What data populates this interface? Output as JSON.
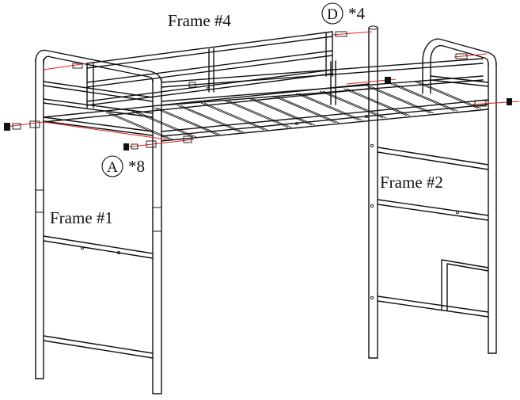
{
  "labels": {
    "frame4": "Frame #4",
    "frame1": "Frame #1",
    "frame2": "Frame #2"
  },
  "callouts": {
    "d": {
      "letter": "D",
      "qty": "*4"
    },
    "a": {
      "letter": "A",
      "qty": "*8"
    }
  },
  "colors": {
    "line": "#111111",
    "bolt_axis": "#e02020"
  }
}
